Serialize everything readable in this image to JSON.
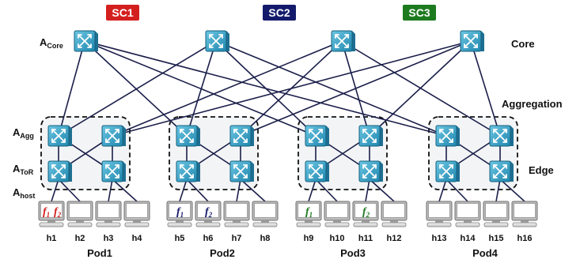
{
  "badges": [
    {
      "label": "SC1",
      "color": "#d41f1f"
    },
    {
      "label": "SC2",
      "color": "#141a6b"
    },
    {
      "label": "SC3",
      "color": "#1d7a1f"
    }
  ],
  "layer_labels": {
    "core": "Core",
    "aggregation": "Aggregation",
    "edge": "Edge"
  },
  "side_labels": {
    "a_core": {
      "main": "A",
      "sub": "Core"
    },
    "a_agg": {
      "main": "A",
      "sub": "Agg"
    },
    "a_tor": {
      "main": "A",
      "sub": "ToR"
    },
    "a_host": {
      "main": "A",
      "sub": "host"
    }
  },
  "hosts": [
    "h1",
    "h2",
    "h3",
    "h4",
    "h5",
    "h6",
    "h7",
    "h8",
    "h9",
    "h10",
    "h11",
    "h12",
    "h13",
    "h14",
    "h15",
    "h16"
  ],
  "pods": [
    "Pod1",
    "Pod2",
    "Pod3",
    "Pod4"
  ],
  "flows": {
    "h1": [
      {
        "text": "f",
        "sub": "1",
        "color": "#d41f1f"
      },
      {
        "text": "f",
        "sub": "2",
        "color": "#d41f1f"
      }
    ],
    "h5": [
      {
        "text": "f",
        "sub": "1",
        "color": "#141a6b"
      }
    ],
    "h6": [
      {
        "text": "f",
        "sub": "2",
        "color": "#141a6b"
      }
    ],
    "h9": [
      {
        "text": "f",
        "sub": "1",
        "color": "#1d7a1f"
      }
    ],
    "h11": [
      {
        "text": "f",
        "sub": "2",
        "color": "#1d7a1f"
      }
    ]
  },
  "colors": {
    "switch": "#3aa6c9",
    "switch_dark": "#1f7fa3",
    "link": "#1b1f4a",
    "host": "#9a9a9a"
  }
}
